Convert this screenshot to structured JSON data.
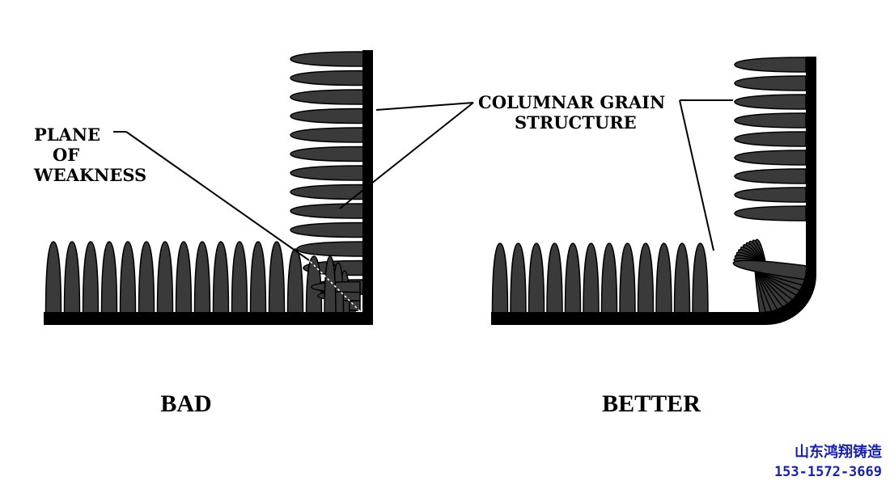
{
  "labels": {
    "plane_line1": "PLANE",
    "plane_line2": "OF",
    "plane_line3": "WEAKNESS",
    "columnar_line1": "COLUMNAR GRAIN",
    "columnar_line2": "STRUCTURE"
  },
  "captions": {
    "bad": "BAD",
    "better": "BETTER"
  },
  "watermark": {
    "name": "山东鸿翔铸造",
    "phone": "153-1572-3669"
  },
  "colors": {
    "grain_fill": "#3a3a3a",
    "base_fill": "#000000",
    "watermark": "#1a23a8"
  }
}
